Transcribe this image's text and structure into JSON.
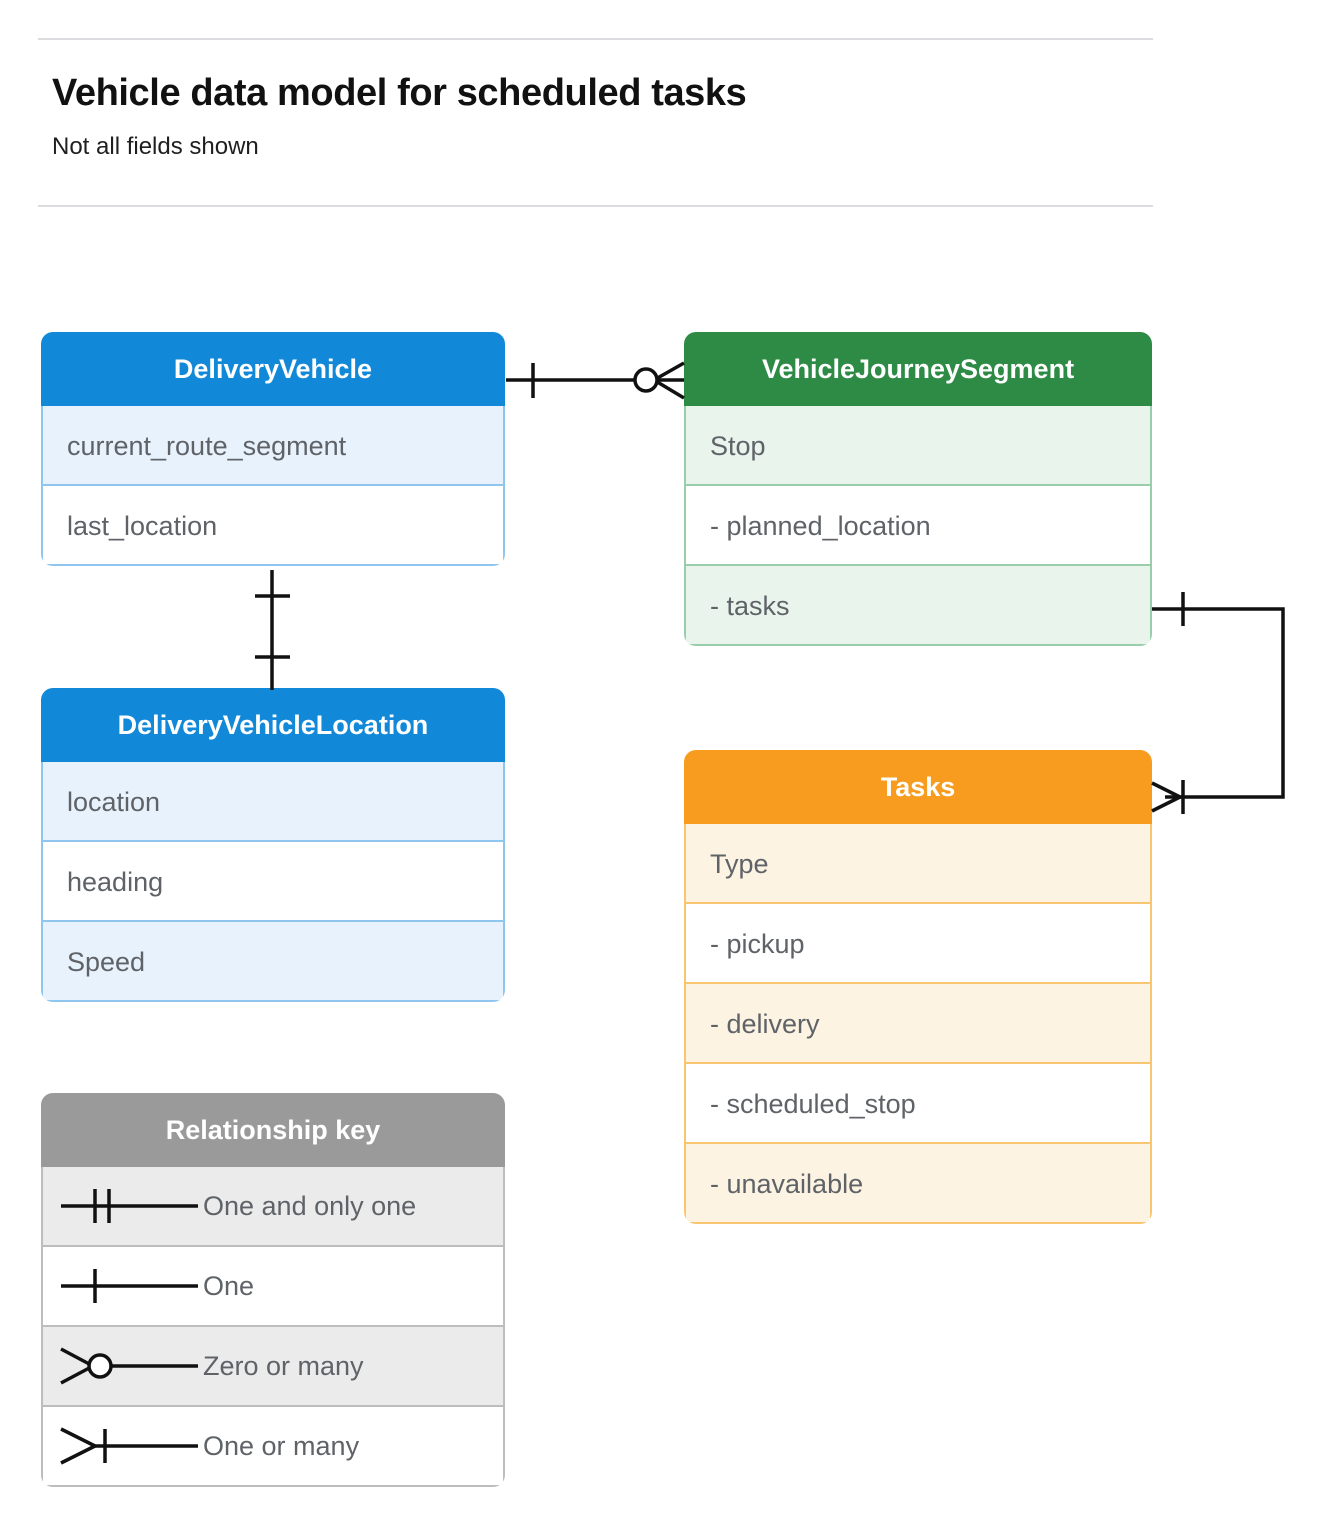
{
  "header": {
    "title": "Vehicle data model for scheduled tasks",
    "subtitle": "Not all fields shown"
  },
  "colors": {
    "blue_header": "#1289d8",
    "blue_row": "#e8f2fc",
    "blue_border": "#8fc6ef",
    "green_header": "#2e8b46",
    "green_row": "#e8f4ec",
    "green_border": "#98cfaa",
    "orange_header": "#f79c1e",
    "orange_row": "#fdf3e2",
    "orange_border": "#f8c670",
    "gray_header": "#9a9a9a",
    "gray_row": "#ebebeb",
    "gray_border": "#bdbdbd",
    "text": "#5f6368",
    "line": "#000000",
    "rule": "#dadce0"
  },
  "entities": [
    {
      "id": "DeliveryVehicle",
      "title": "DeliveryVehicle",
      "theme": "blue",
      "rows": [
        "current_route_segment",
        "last_location"
      ]
    },
    {
      "id": "VehicleJourneySegment",
      "title": "VehicleJourneySegment",
      "theme": "green",
      "rows": [
        "Stop",
        "-  planned_location",
        "- tasks"
      ]
    },
    {
      "id": "DeliveryVehicleLocation",
      "title": "DeliveryVehicleLocation",
      "theme": "blue",
      "rows": [
        "location",
        "heading",
        "Speed"
      ]
    },
    {
      "id": "Tasks",
      "title": "Tasks",
      "theme": "orange",
      "rows": [
        "Type",
        "-  pickup",
        "-  delivery",
        "-  scheduled_stop",
        "-  unavailable"
      ]
    }
  ],
  "legend": {
    "title": "Relationship key",
    "items": [
      {
        "symbol": "one-and-only-one",
        "label": "One and only one"
      },
      {
        "symbol": "one",
        "label": "One"
      },
      {
        "symbol": "zero-or-many",
        "label": "Zero or many"
      },
      {
        "symbol": "one-or-many",
        "label": "One or many"
      }
    ]
  },
  "relationships": [
    {
      "id": "deliveryvehicle-to-journeysegment",
      "from": "DeliveryVehicle",
      "to": "VehicleJourneySegment",
      "from_cardinality": "one",
      "to_cardinality": "zero-or-many"
    },
    {
      "id": "deliveryvehicle-to-location",
      "from": "DeliveryVehicle",
      "to": "DeliveryVehicleLocation",
      "from_cardinality": "one",
      "to_cardinality": "one"
    },
    {
      "id": "journeysegment-tasks-to-tasks",
      "from": "VehicleJourneySegment",
      "to": "Tasks",
      "from_cardinality": "one",
      "to_cardinality": "one-or-many"
    }
  ]
}
